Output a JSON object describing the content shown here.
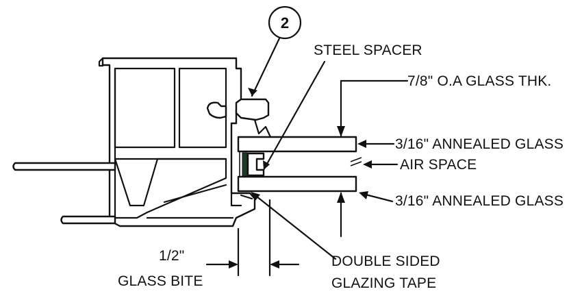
{
  "callout": {
    "number": "2"
  },
  "labels": {
    "steel_spacer": "STEEL SPACER",
    "overall_thickness": "7/8\" O.A GLASS THK.",
    "glass_top": "3/16\" ANNEALED GLASS",
    "air_space": "AIR SPACE",
    "glass_bottom": "3/16\" ANNEALED GLASS",
    "bite_dimension": "1/2\"",
    "bite_label": "GLASS BITE",
    "tape_line1": "DOUBLE SIDED",
    "tape_line2": "GLAZING TAPE"
  }
}
